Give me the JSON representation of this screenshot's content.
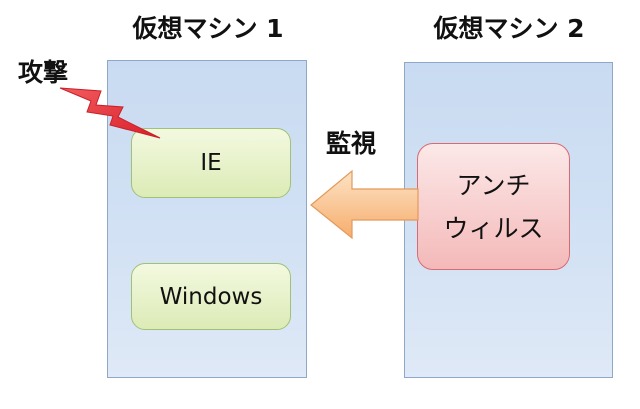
{
  "vm1": {
    "title": "仮想マシン 1",
    "components": {
      "ie": "IE",
      "windows": "Windows"
    }
  },
  "vm2": {
    "title": "仮想マシン 2",
    "antivirus": {
      "line1": "アンチ",
      "line2": "ウィルス"
    }
  },
  "labels": {
    "attack": "攻撃",
    "monitor": "監視"
  },
  "icons": {
    "attack": "lightning-bolt-icon",
    "monitor": "left-arrow-icon"
  },
  "colors": {
    "vm_fill": "#cfdff3",
    "green_box": "#dcebb6",
    "red_box": "#f4b9b9",
    "arrow": "#f7b97e",
    "bolt": "#e8363a"
  }
}
